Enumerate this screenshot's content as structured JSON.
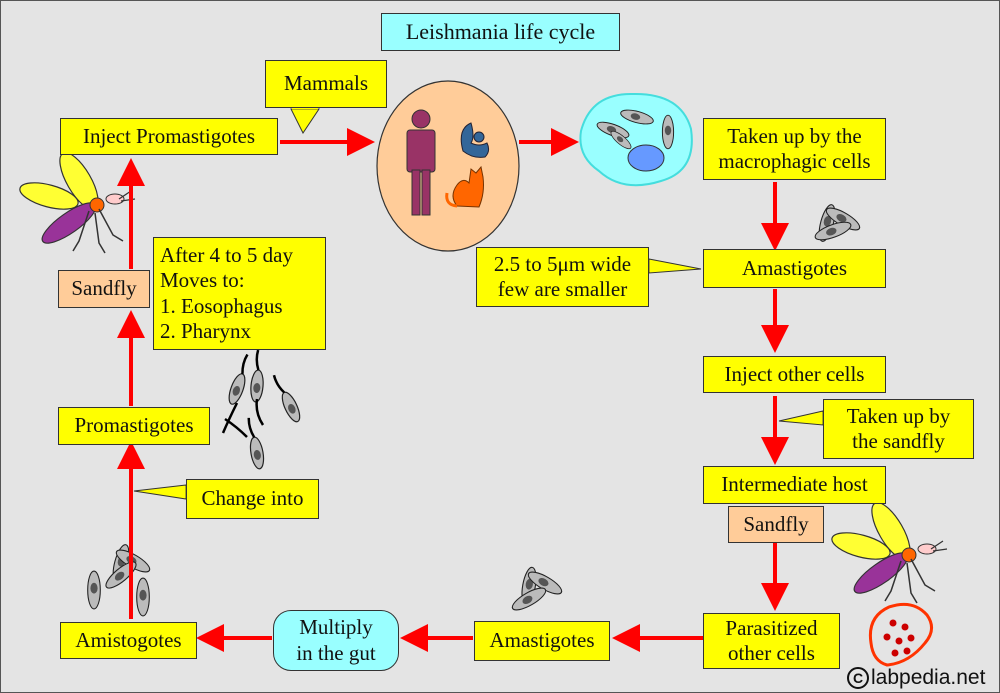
{
  "title": "Leishmania life cycle",
  "labels": {
    "mammals": "Mammals",
    "inject_promastigotes": "Inject Promastigotes",
    "taken_up_macrophagic": [
      "Taken up by the",
      "macrophagic cells"
    ],
    "amastigotes_top": "Amastigotes",
    "size_note": [
      "2.5 to 5μm wide",
      "few are smaller"
    ],
    "inject_other_cells": "Inject other cells",
    "taken_up_sandfly": [
      "Taken up by",
      "the sandfly"
    ],
    "intermediate_host": "Intermediate host",
    "sandfly_bottom": "Sandfly",
    "parasitized": [
      "Parasitized",
      "other cells"
    ],
    "amastigotes_bottom": "Amastigotes",
    "multiply": [
      "Multiply",
      "in the gut"
    ],
    "amistogotes": "Amistogotes",
    "change_into": "Change into",
    "promastigotes": "Promastigotes",
    "sandfly_left": "Sandfly",
    "after_days": [
      "After 4 to 5 day",
      "Moves to:",
      "1. Eosophagus",
      "2. Pharynx"
    ]
  },
  "copyright": "labpedia.net",
  "colors": {
    "arrow": "#ff0000",
    "callout": "#ffff00",
    "host_box": "#ffcc99",
    "gut_box": "#99ffff",
    "mammal_oval": "#ffcc99",
    "human": "#993366",
    "cat": "#ff6600",
    "squirrel": "#336699",
    "macrophage": "#99ffff",
    "nucleus": "#6699ff"
  },
  "icons": [
    "human-icon",
    "cat-icon",
    "squirrel-icon",
    "sandfly-icon",
    "macrophage-cell-icon",
    "amastigote-icon",
    "promastigote-icon",
    "gut-cell-icon"
  ]
}
